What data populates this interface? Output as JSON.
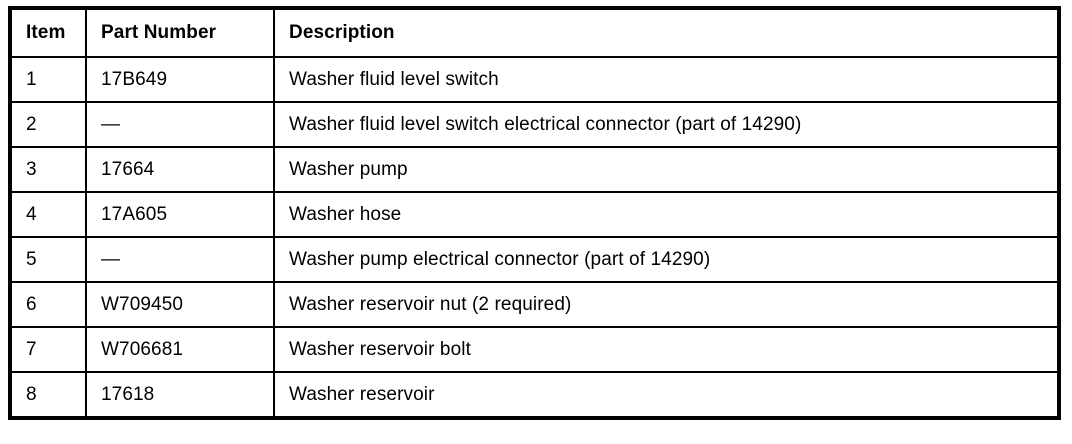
{
  "table": {
    "columns": [
      {
        "key": "item",
        "label": "Item"
      },
      {
        "key": "part_number",
        "label": "Part Number"
      },
      {
        "key": "description",
        "label": "Description"
      }
    ],
    "rows": [
      {
        "item": "1",
        "part_number": "17B649",
        "description": "Washer fluid level switch"
      },
      {
        "item": "2",
        "part_number": "—",
        "description": "Washer fluid level switch electrical connector (part of 14290)"
      },
      {
        "item": "3",
        "part_number": "17664",
        "description": "Washer pump"
      },
      {
        "item": "4",
        "part_number": "17A605",
        "description": "Washer hose"
      },
      {
        "item": "5",
        "part_number": "—",
        "description": "Washer pump electrical connector (part of 14290)"
      },
      {
        "item": "6",
        "part_number": "W709450",
        "description": "Washer reservoir nut (2 required)"
      },
      {
        "item": "7",
        "part_number": "W706681",
        "description": "Washer reservoir bolt"
      },
      {
        "item": "8",
        "part_number": "17618",
        "description": "Washer reservoir"
      }
    ]
  },
  "style": {
    "text_color": "#000000",
    "background_color": "#ffffff",
    "border_color": "#000000"
  }
}
